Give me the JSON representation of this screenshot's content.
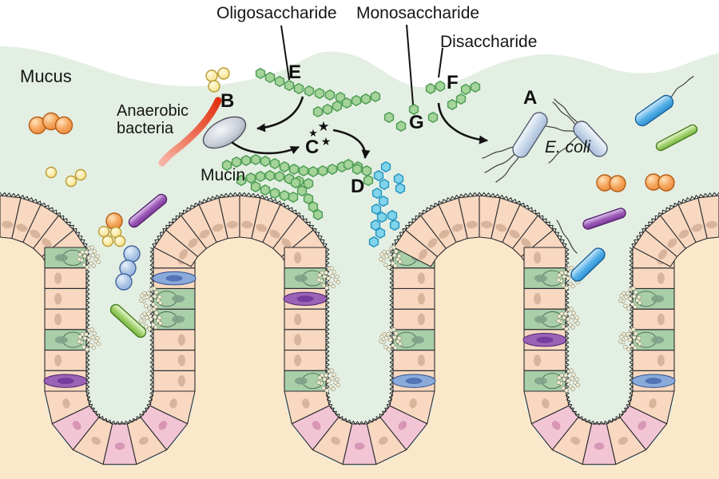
{
  "labels": {
    "mucus": "Mucus",
    "anaerobic_bacteria": "Anaerobic bacteria",
    "oligosaccharide": "Oligosaccharide",
    "monosaccharide": "Monosaccharide",
    "disaccharide": "Disaccharide",
    "mucin": "Mucin",
    "e_coli": "E. coli"
  },
  "markers": {
    "a": "A",
    "b": "B",
    "c": "C",
    "d": "D",
    "e": "E",
    "f": "F",
    "g": "G"
  },
  "icons": {
    "enzyme_star": "★"
  },
  "colors": {
    "background": "#ffffff",
    "mucus_bg": "#e4efe3",
    "tissue_bg": "#fbe8ca",
    "cell_fill": "#f8d8c0",
    "cell_outline": "#2b2b30",
    "cell_nucleus": "#d7b29a",
    "goblet_fill": "#a9cfa9",
    "goblet_nucleus": "#7f9f88",
    "granule_fill": "#f3eed8",
    "granule_stroke": "#83836a",
    "paneth_fill": "#f2c5d4",
    "paneth_nucleus": "#d593b1",
    "blue_cell_fill": "#8aabda",
    "blue_cell_nucleus": "#5273b6",
    "purple_cell_fill": "#9a63b5",
    "purple_cell_nucleus": "#743c9c",
    "saccharide_green": "#a5d49b",
    "saccharide_green_stroke": "#4f9e55",
    "saccharide_blue": "#82d4ea",
    "saccharide_blue_stroke": "#2798c4",
    "arrow": "#121212"
  }
}
